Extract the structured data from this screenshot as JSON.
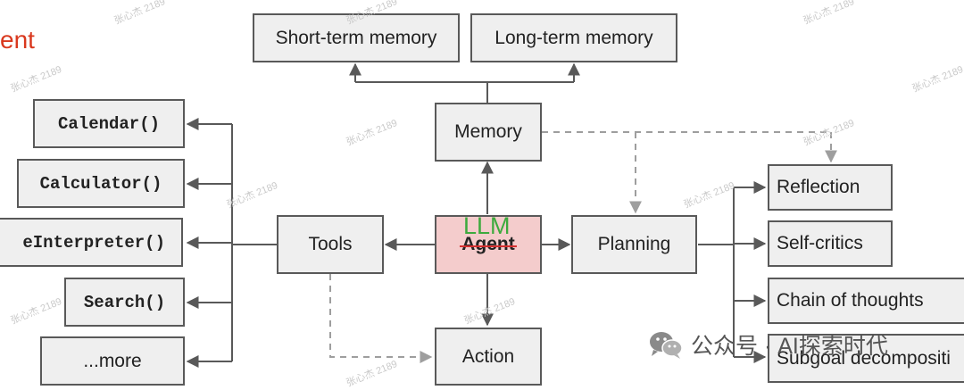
{
  "title": "ent",
  "diagram": {
    "memory": {
      "short_term": "Short-term memory",
      "long_term": "Long-term memory",
      "label": "Memory"
    },
    "tools": {
      "label": "Tools",
      "items": [
        "Calendar()",
        "Calculator()",
        "eInterpreter()",
        "Search()",
        "...more"
      ]
    },
    "agent": {
      "label": "Agent",
      "replacement": "LLM"
    },
    "planning": {
      "label": "Planning",
      "items": [
        "Reflection",
        "Self-critics",
        "Chain of thoughts",
        "Subgoal decompositi"
      ]
    },
    "action": {
      "label": "Action"
    }
  },
  "watermark": {
    "text": "张心杰 2189",
    "source": "公众号 · AI探索时代"
  },
  "colors": {
    "title": "#d9381e",
    "box_fill": "#efefef",
    "box_border": "#595959",
    "agent_fill": "#f4cccc",
    "llm_text": "#3daa3d",
    "strike": "#d32f2f"
  }
}
